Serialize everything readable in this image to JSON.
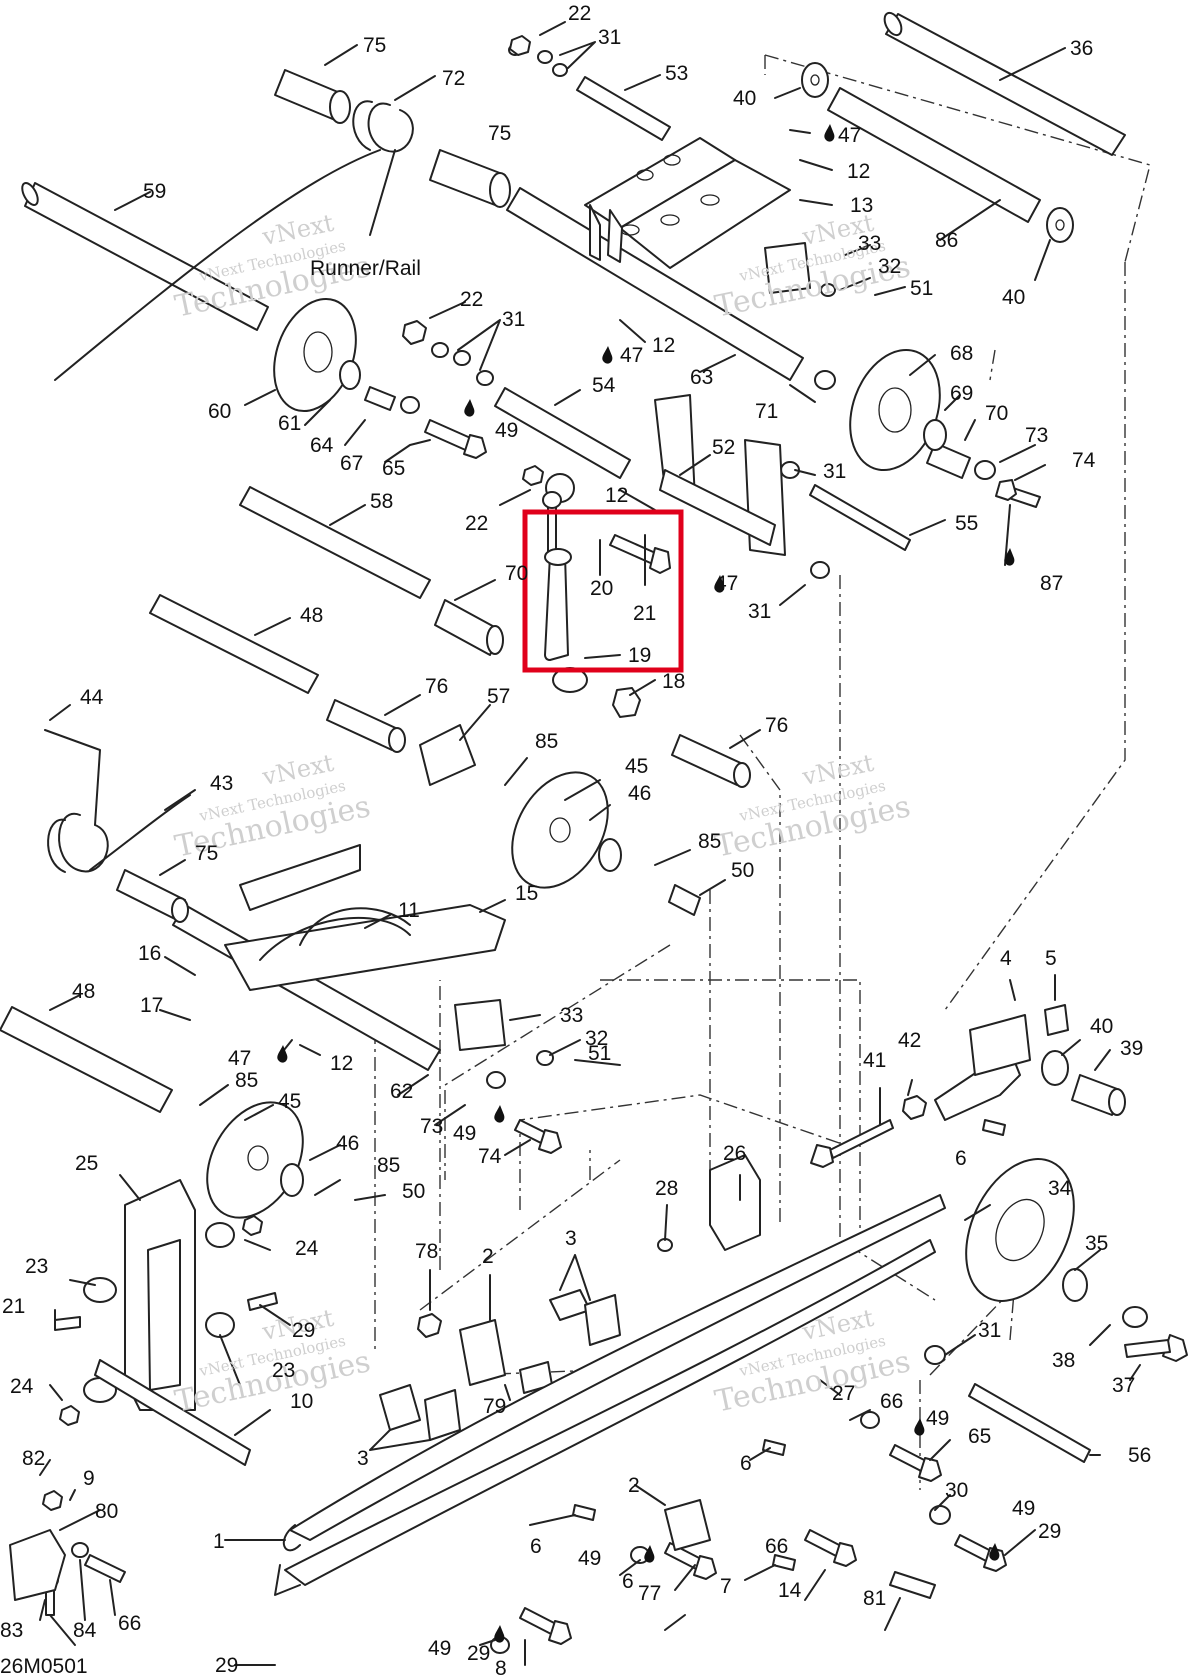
{
  "diagram": {
    "title": "Runner/Rail",
    "footer_code": "26M0501",
    "highlight_color": "#e0001b",
    "watermark": {
      "line1": "vNext",
      "line2": "vNext Technologies",
      "line3": "Technologies"
    },
    "labels": [
      {
        "id": "p22a",
        "text": "22"
      },
      {
        "id": "p31a",
        "text": "31"
      },
      {
        "id": "p36",
        "text": "36"
      },
      {
        "id": "p75a",
        "text": "75"
      },
      {
        "id": "p72",
        "text": "72"
      },
      {
        "id": "p53",
        "text": "53"
      },
      {
        "id": "p40a",
        "text": "40"
      },
      {
        "id": "p47a",
        "text": "47"
      },
      {
        "id": "p75b",
        "text": "75"
      },
      {
        "id": "p12a",
        "text": "12"
      },
      {
        "id": "p13",
        "text": "13"
      },
      {
        "id": "p59",
        "text": "59"
      },
      {
        "id": "p33a",
        "text": "33"
      },
      {
        "id": "p86",
        "text": "86"
      },
      {
        "id": "p32a",
        "text": "32"
      },
      {
        "id": "p51a",
        "text": "51"
      },
      {
        "id": "p40b",
        "text": "40"
      },
      {
        "id": "p22b",
        "text": "22"
      },
      {
        "id": "p31b",
        "text": "31"
      },
      {
        "id": "p12b",
        "text": "12"
      },
      {
        "id": "p47b",
        "text": "47"
      },
      {
        "id": "p68",
        "text": "68"
      },
      {
        "id": "p63",
        "text": "63"
      },
      {
        "id": "p60",
        "text": "60"
      },
      {
        "id": "p54",
        "text": "54"
      },
      {
        "id": "p69",
        "text": "69"
      },
      {
        "id": "p71",
        "text": "71"
      },
      {
        "id": "p61",
        "text": "61"
      },
      {
        "id": "p49a",
        "text": "49"
      },
      {
        "id": "p70",
        "text": "70"
      },
      {
        "id": "p64",
        "text": "64"
      },
      {
        "id": "p73a",
        "text": "73"
      },
      {
        "id": "p67",
        "text": "67"
      },
      {
        "id": "p65a",
        "text": "65"
      },
      {
        "id": "p52",
        "text": "52"
      },
      {
        "id": "p74a",
        "text": "74"
      },
      {
        "id": "p31c",
        "text": "31"
      },
      {
        "id": "p58",
        "text": "58"
      },
      {
        "id": "p12c",
        "text": "12"
      },
      {
        "id": "p22c",
        "text": "22"
      },
      {
        "id": "p55",
        "text": "55"
      },
      {
        "id": "p87",
        "text": "87"
      },
      {
        "id": "p70b",
        "text": "70"
      },
      {
        "id": "p20",
        "text": "20"
      },
      {
        "id": "p47c",
        "text": "47"
      },
      {
        "id": "p21a",
        "text": "21"
      },
      {
        "id": "p31d",
        "text": "31"
      },
      {
        "id": "p48a",
        "text": "48"
      },
      {
        "id": "p19",
        "text": "19"
      },
      {
        "id": "p18",
        "text": "18"
      },
      {
        "id": "p44",
        "text": "44"
      },
      {
        "id": "p76a",
        "text": "76"
      },
      {
        "id": "p57",
        "text": "57"
      },
      {
        "id": "p76b",
        "text": "76"
      },
      {
        "id": "p85a",
        "text": "85"
      },
      {
        "id": "p45a",
        "text": "45"
      },
      {
        "id": "p43",
        "text": "43"
      },
      {
        "id": "p46a",
        "text": "46"
      },
      {
        "id": "p75c",
        "text": "75"
      },
      {
        "id": "p85b",
        "text": "85"
      },
      {
        "id": "p50a",
        "text": "50"
      },
      {
        "id": "p15",
        "text": "15"
      },
      {
        "id": "p11",
        "text": "11"
      },
      {
        "id": "p16",
        "text": "16"
      },
      {
        "id": "p48b",
        "text": "48"
      },
      {
        "id": "p4",
        "text": "4"
      },
      {
        "id": "p5",
        "text": "5"
      },
      {
        "id": "p17",
        "text": "17"
      },
      {
        "id": "p33b",
        "text": "33"
      },
      {
        "id": "p40c",
        "text": "40"
      },
      {
        "id": "p32b",
        "text": "32"
      },
      {
        "id": "p39",
        "text": "39"
      },
      {
        "id": "p47d",
        "text": "47"
      },
      {
        "id": "p12d",
        "text": "12"
      },
      {
        "id": "p51b",
        "text": "51"
      },
      {
        "id": "p42",
        "text": "42"
      },
      {
        "id": "p41",
        "text": "41"
      },
      {
        "id": "p62",
        "text": "62"
      },
      {
        "id": "p85c",
        "text": "85"
      },
      {
        "id": "p45b",
        "text": "45"
      },
      {
        "id": "p73b",
        "text": "73"
      },
      {
        "id": "p49b",
        "text": "49"
      },
      {
        "id": "p74b",
        "text": "74"
      },
      {
        "id": "p6a",
        "text": "6"
      },
      {
        "id": "p26",
        "text": "26"
      },
      {
        "id": "p25",
        "text": "25"
      },
      {
        "id": "p46b",
        "text": "46"
      },
      {
        "id": "p85d",
        "text": "85"
      },
      {
        "id": "p50b",
        "text": "50"
      },
      {
        "id": "p34",
        "text": "34"
      },
      {
        "id": "p28",
        "text": "28"
      },
      {
        "id": "p24a",
        "text": "24"
      },
      {
        "id": "p35",
        "text": "35"
      },
      {
        "id": "p23a",
        "text": "23"
      },
      {
        "id": "p78",
        "text": "78"
      },
      {
        "id": "p2a",
        "text": "2"
      },
      {
        "id": "p3a",
        "text": "3"
      },
      {
        "id": "p21b",
        "text": "21"
      },
      {
        "id": "p29a",
        "text": "29"
      },
      {
        "id": "p31e",
        "text": "31"
      },
      {
        "id": "p38",
        "text": "38"
      },
      {
        "id": "p37",
        "text": "37"
      },
      {
        "id": "p23b",
        "text": "23"
      },
      {
        "id": "p24b",
        "text": "24"
      },
      {
        "id": "p10",
        "text": "10"
      },
      {
        "id": "p79",
        "text": "79"
      },
      {
        "id": "p27",
        "text": "27"
      },
      {
        "id": "p66a",
        "text": "66"
      },
      {
        "id": "p49c",
        "text": "49"
      },
      {
        "id": "p65b",
        "text": "65"
      },
      {
        "id": "p56",
        "text": "56"
      },
      {
        "id": "p3b",
        "text": "3"
      },
      {
        "id": "p6b",
        "text": "6"
      },
      {
        "id": "p82",
        "text": "82"
      },
      {
        "id": "p9",
        "text": "9"
      },
      {
        "id": "p80",
        "text": "80"
      },
      {
        "id": "p2b",
        "text": "2"
      },
      {
        "id": "p30",
        "text": "30"
      },
      {
        "id": "p1",
        "text": "1"
      },
      {
        "id": "p49d",
        "text": "49"
      },
      {
        "id": "p29b",
        "text": "29"
      },
      {
        "id": "p6c",
        "text": "6"
      },
      {
        "id": "p66b",
        "text": "66"
      },
      {
        "id": "p49e",
        "text": "49"
      },
      {
        "id": "p6d",
        "text": "6"
      },
      {
        "id": "p7",
        "text": "7"
      },
      {
        "id": "p29c",
        "text": "29"
      },
      {
        "id": "p77",
        "text": "77"
      },
      {
        "id": "p14",
        "text": "14"
      },
      {
        "id": "p81",
        "text": "81"
      },
      {
        "id": "p83",
        "text": "83"
      },
      {
        "id": "p84",
        "text": "84"
      },
      {
        "id": "p66c",
        "text": "66"
      },
      {
        "id": "p49f",
        "text": "49"
      },
      {
        "id": "p29d",
        "text": "29"
      },
      {
        "id": "p8",
        "text": "8"
      }
    ]
  }
}
